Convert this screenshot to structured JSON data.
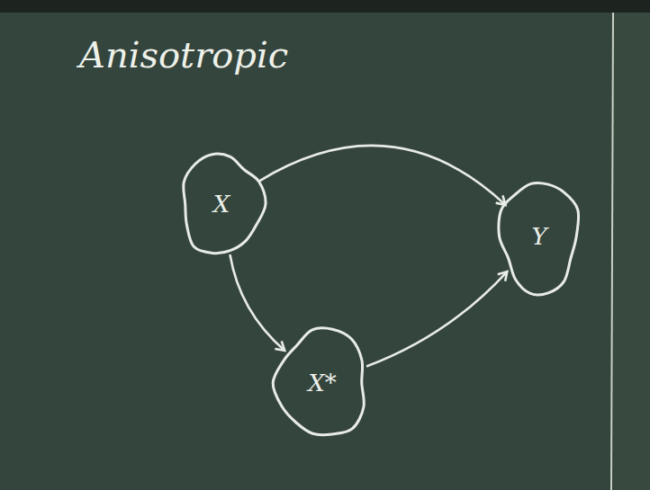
{
  "diagram": {
    "title": "Anisotropic",
    "nodes": [
      {
        "text": [
          "X"
        ]
      },
      {
        "text": [
          "Y"
        ]
      },
      {
        "text": [
          "X*"
        ]
      }
    ],
    "edges": [
      {
        "from": 0,
        "to": 1,
        "arrow": "to"
      },
      {
        "from": 0,
        "to": 2,
        "arrow": "to"
      },
      {
        "from": 2,
        "to": 1,
        "arrow": "to"
      }
    ]
  }
}
